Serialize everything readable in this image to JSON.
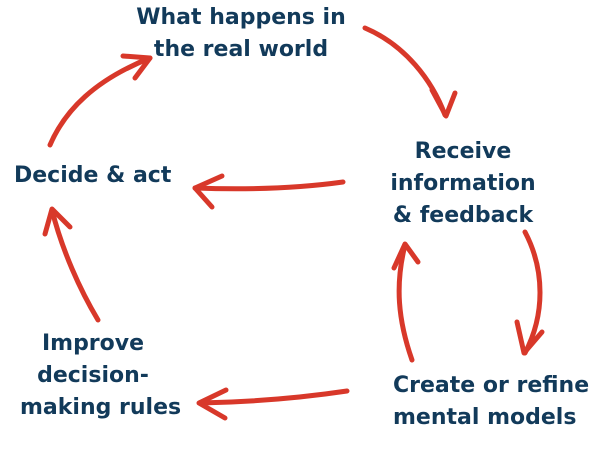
{
  "nodes": {
    "real_world": {
      "lines": [
        "What happens in",
        "the real world"
      ]
    },
    "receive": {
      "lines": [
        "Receive",
        "information",
        "& feedback"
      ]
    },
    "decide": {
      "lines": [
        "Decide & act"
      ]
    },
    "create": {
      "lines": [
        "Create or refine",
        "mental models"
      ]
    },
    "improve": {
      "lines": [
        "Improve",
        "decision-",
        "making rules"
      ]
    }
  },
  "colors": {
    "text": "#123a5a",
    "arrow": "#d8382a"
  }
}
